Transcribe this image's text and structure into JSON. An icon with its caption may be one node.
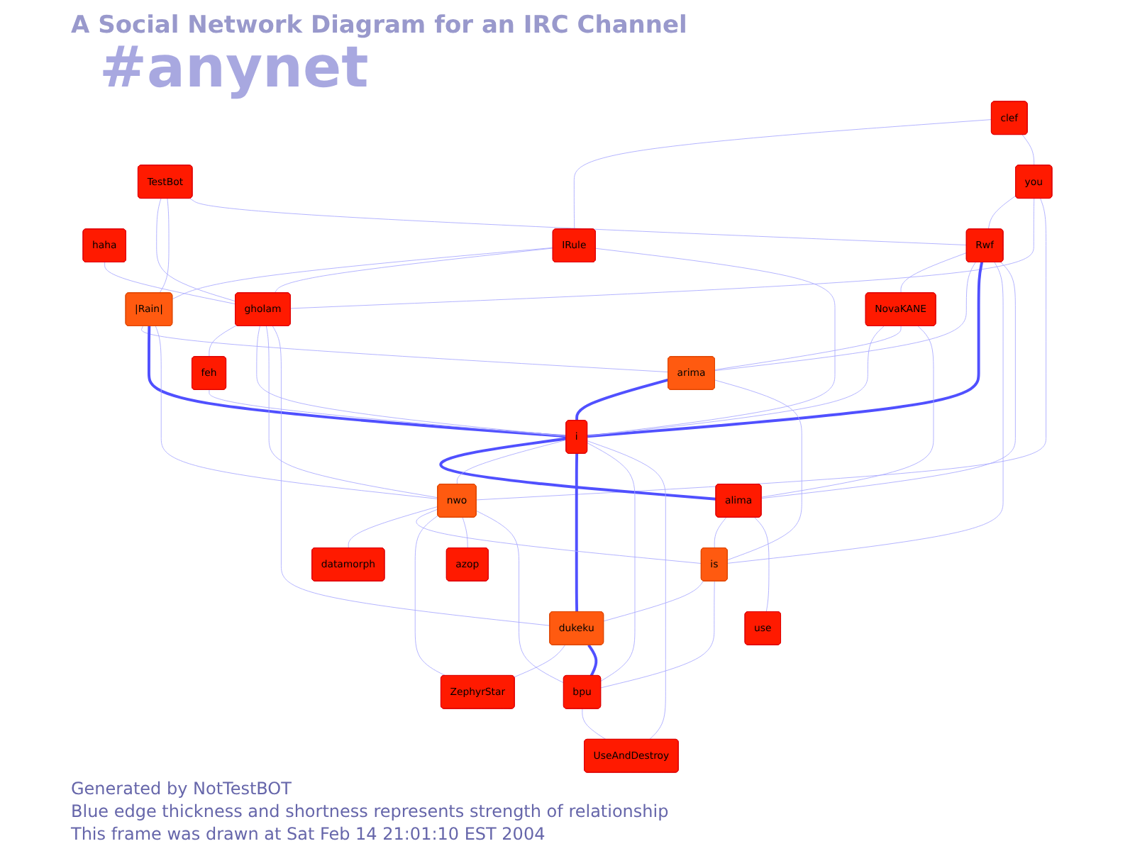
{
  "diagram": {
    "title": "A Social Network Diagram for an IRC Channel",
    "nodes": [
      {
        "text": [
          "clef"
        ]
      },
      {
        "text": [
          "TestBot"
        ]
      },
      {
        "text": [
          "you"
        ]
      },
      {
        "text": [
          "haha"
        ]
      },
      {
        "text": [
          "IRule"
        ]
      },
      {
        "text": [
          "|Rain|"
        ]
      },
      {
        "text": [
          "Rwf"
        ]
      },
      {
        "text": [
          "NovaKANE"
        ]
      },
      {
        "text": [
          "gholam"
        ]
      },
      {
        "text": [
          "arima"
        ]
      },
      {
        "text": [
          "feh"
        ]
      },
      {
        "text": [
          "i"
        ]
      },
      {
        "text": [
          "alima"
        ]
      },
      {
        "text": [
          "nwo"
        ]
      },
      {
        "text": [
          "datamorph"
        ]
      },
      {
        "text": [
          "is"
        ]
      },
      {
        "text": [
          "use"
        ]
      },
      {
        "text": [
          "dukeku"
        ]
      },
      {
        "text": [
          "ZephyrStar"
        ]
      },
      {
        "text": [
          "bpu"
        ]
      },
      {
        "text": [
          "UseAndDestroy"
        ]
      },
      {
        "text": [
          "azop"
        ]
      }
    ],
    "edges": [
      {
        "from": 0,
        "to": 4,
        "arrow": "none"
      },
      {
        "from": 0,
        "to": 2,
        "arrow": "none"
      },
      {
        "from": 1,
        "to": 8,
        "arrow": "none"
      },
      {
        "from": 1,
        "to": 5,
        "arrow": "none"
      },
      {
        "from": 1,
        "to": 6,
        "arrow": "none"
      },
      {
        "from": 2,
        "to": 6,
        "arrow": "none"
      },
      {
        "from": 2,
        "to": 8,
        "arrow": "none"
      },
      {
        "from": 2,
        "to": 13,
        "arrow": "none"
      },
      {
        "from": 3,
        "to": 8,
        "arrow": "none"
      },
      {
        "from": 4,
        "to": 5,
        "arrow": "none"
      },
      {
        "from": 4,
        "to": 8,
        "arrow": "none"
      },
      {
        "from": 4,
        "to": 11,
        "arrow": "none"
      },
      {
        "from": 5,
        "to": 9,
        "arrow": "none"
      },
      {
        "from": 5,
        "to": 11,
        "arrow": "none",
        "style": "thick"
      },
      {
        "from": 5,
        "to": 13,
        "arrow": "none"
      },
      {
        "from": 6,
        "to": 7,
        "arrow": "none"
      },
      {
        "from": 6,
        "to": 9,
        "arrow": "none"
      },
      {
        "from": 6,
        "to": 11,
        "arrow": "none",
        "style": "thick"
      },
      {
        "from": 6,
        "to": 15,
        "arrow": "none"
      },
      {
        "from": 6,
        "to": 12,
        "arrow": "none"
      },
      {
        "from": 7,
        "to": 11,
        "arrow": "none"
      },
      {
        "from": 7,
        "to": 9,
        "arrow": "none"
      },
      {
        "from": 7,
        "to": 12,
        "arrow": "none"
      },
      {
        "from": 8,
        "to": 10,
        "arrow": "none"
      },
      {
        "from": 8,
        "to": 11,
        "arrow": "none"
      },
      {
        "from": 8,
        "to": 13,
        "arrow": "none"
      },
      {
        "from": 8,
        "to": 17,
        "arrow": "none"
      },
      {
        "from": 9,
        "to": 11,
        "arrow": "none",
        "style": "thick"
      },
      {
        "from": 9,
        "to": 15,
        "arrow": "none"
      },
      {
        "from": 10,
        "to": 11,
        "arrow": "none"
      },
      {
        "from": 11,
        "to": 12,
        "arrow": "none",
        "style": "thick"
      },
      {
        "from": 11,
        "to": 13,
        "arrow": "none"
      },
      {
        "from": 11,
        "to": 17,
        "arrow": "none",
        "style": "thick"
      },
      {
        "from": 11,
        "to": 19,
        "arrow": "none"
      },
      {
        "from": 11,
        "to": 20,
        "arrow": "none"
      },
      {
        "from": 12,
        "to": 15,
        "arrow": "none"
      },
      {
        "from": 12,
        "to": 16,
        "arrow": "none"
      },
      {
        "from": 13,
        "to": 14,
        "arrow": "none"
      },
      {
        "from": 13,
        "to": 15,
        "arrow": "none"
      },
      {
        "from": 13,
        "to": 18,
        "arrow": "none"
      },
      {
        "from": 13,
        "to": 21,
        "arrow": "none"
      },
      {
        "from": 13,
        "to": 19,
        "arrow": "none"
      },
      {
        "from": 15,
        "to": 17,
        "arrow": "none"
      },
      {
        "from": 15,
        "to": 19,
        "arrow": "none"
      },
      {
        "from": 17,
        "to": 18,
        "arrow": "none"
      },
      {
        "from": 17,
        "to": 19,
        "arrow": "none",
        "style": "thick"
      },
      {
        "from": 19,
        "to": 20,
        "arrow": "none"
      }
    ],
    "labels": [
      "#anynet",
      "Generated by NotTestBOT",
      "Blue edge thickness and shortness represents strength of relationship",
      "This frame was drawn at Sat Feb 14 21:01:10 EST 2004"
    ]
  }
}
